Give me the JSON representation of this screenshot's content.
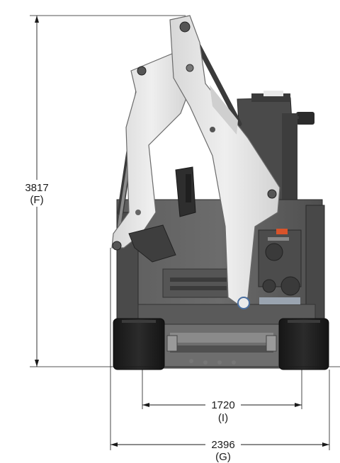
{
  "dimensions": {
    "height": {
      "value": "3817",
      "code": "(F)"
    },
    "track_width": {
      "value": "1720",
      "code": "(I)"
    },
    "overall_width": {
      "value": "2396",
      "code": "(G)"
    }
  },
  "colors": {
    "dimension_line": "#1a1a1a",
    "boom": "#e6e6e6",
    "body": "#555555",
    "tyre": "#1f1f1f",
    "accent": "#d9532a"
  }
}
